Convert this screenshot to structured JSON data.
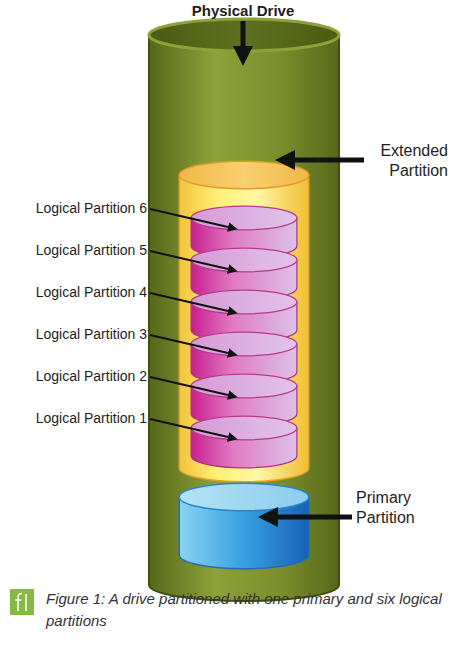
{
  "diagram": {
    "caption": "Figure 1: A drive partitioned with one primary and six logical partitions",
    "nodes": [
      {
        "text": [
          "Physical Drive"
        ]
      },
      {
        "text": [
          "Extended Partition"
        ],
        "in": 0
      },
      {
        "text": [
          "Logical Partition 6"
        ],
        "in": 1
      },
      {
        "text": [
          "Logical Partition 5"
        ],
        "in": 1
      },
      {
        "text": [
          "Logical Partition 4"
        ],
        "in": 1
      },
      {
        "text": [
          "Logical Partition 3"
        ],
        "in": 1
      },
      {
        "text": [
          "Logical Partition 2"
        ],
        "in": 1
      },
      {
        "text": [
          "Logical Partition 1"
        ],
        "in": 1
      },
      {
        "text": [
          "Primary Partition"
        ],
        "in": 0
      }
    ]
  }
}
